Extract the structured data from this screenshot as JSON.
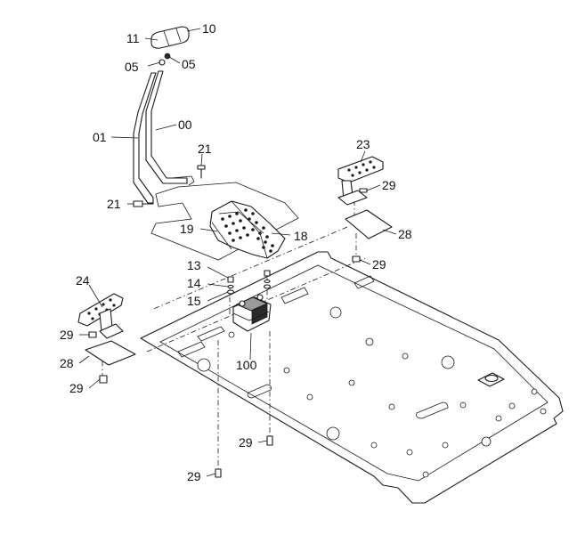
{
  "labels": {
    "p11": "11",
    "p10": "10",
    "p05a": "05",
    "p05b": "05",
    "p01": "01",
    "p00": "00",
    "p21a": "21",
    "p21b": "21",
    "p19": "19",
    "p18": "18",
    "p23": "23",
    "p29a": "29",
    "p28a": "28",
    "p29b": "29",
    "p13": "13",
    "p14": "14",
    "p15": "15",
    "p24": "24",
    "p29c": "29",
    "p28b": "28",
    "p29d": "29",
    "p100": "100",
    "p29e": "29",
    "p29f": "29"
  }
}
